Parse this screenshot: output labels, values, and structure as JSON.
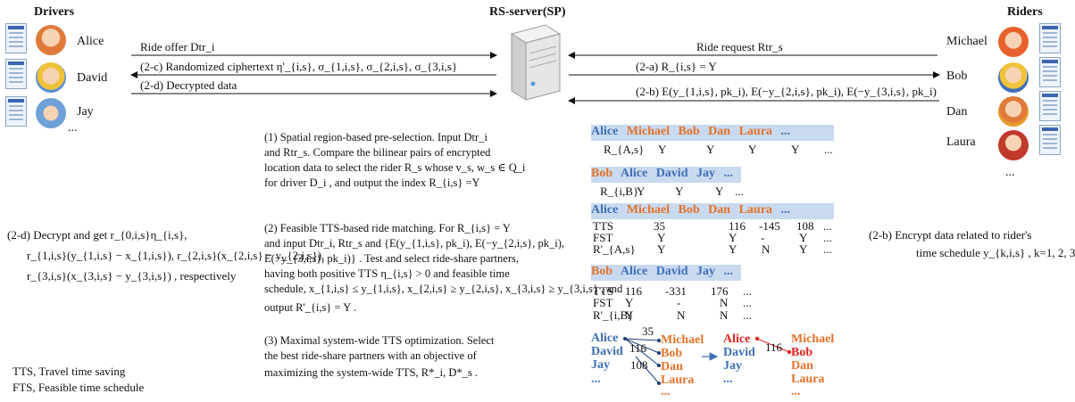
{
  "headers": {
    "drivers": "Drivers",
    "server": "RS-server(SP)",
    "riders": "Riders"
  },
  "drivers": [
    {
      "name": "Alice"
    },
    {
      "name": "David"
    },
    {
      "name": "Jay"
    }
  ],
  "drivers_more": "...",
  "riders": [
    {
      "name": "Michael"
    },
    {
      "name": "Bob"
    },
    {
      "name": "Dan"
    },
    {
      "name": "Laura"
    }
  ],
  "riders_more": "...",
  "arrows": {
    "ride_offer": "Ride offer Dtr_i",
    "randomized": "(2-c) Randomized ciphertext η'_{i,s}, σ_{1,i,s}, σ_{2,i,s}, σ_{3,i,s}",
    "decrypted": "(2-d) Decrypted data",
    "ride_request": "Ride request Rtr_s",
    "step_2a": "(2-a)  R_{i,s} = Y",
    "step_2b": "(2-b)  E(y_{1,i,s}, pk_i), E(−y_{2,i,s}, pk_i), E(−y_{3,i,s}, pk_i)"
  },
  "left_note": {
    "line1": "(2-d) Decrypt and get r_{0,i,s}η_{i,s},",
    "line2": "r_{1,i,s}(y_{1,i,s} − x_{1,i,s}),  r_{2,i,s}(x_{2,i,s} − y_{2,i,s}),",
    "line3": "r_{3,i,s}(x_{3,i,s} − y_{3,i,s}) , respectively"
  },
  "legend": {
    "tts": "TTS, Travel time saving",
    "fts": "FTS, Feasible time schedule"
  },
  "right_note": {
    "line1": "(2-b) Encrypt data related to rider's",
    "line2": "time schedule  y_{k,i,s} , k=1, 2, 3"
  },
  "steps": {
    "s1": [
      "(1) Spatial region-based pre-selection. Input Dtr_i",
      "and Rtr_s. Compare the bilinear pairs  of encrypted",
      "location data to select the rider R_s whose v_s, w_s ∈ Q_i",
      "for driver D_i , and  output the index  R_{i,s} =Y"
    ],
    "s2": [
      "(2) Feasible TTS-based ride matching. For  R_{i,s} = Y",
      "and input  Dtr_i, Rtr_s and {E(y_{1,i,s}, pk_i), E(−y_{2,i,s}, pk_i),",
      "E(−y_{3,i,s}, pk_i)} . Test and select ride-share partners,",
      "having both positive TTS  η_{i,s} > 0  and feasible time",
      "schedule,  x_{1,i,s} ≤ y_{1,i,s}, x_{2,i,s} ≥ y_{2,i,s}, x_{3,i,s} ≥ y_{3,i,s}  , and",
      "output   R'_{i,s} = Y ."
    ],
    "s3": [
      "(3) Maximal system-wide TTS optimization. Select",
      "the best ride-share partners with an objective of",
      "maximizing the  system-wide TTS,  R*_i, D*_s ."
    ]
  },
  "table1": {
    "header": [
      "Alice",
      "Michael",
      "Bob",
      "Dan",
      "Laura",
      "..."
    ],
    "row_label": "R_{A,s}",
    "row_values": [
      "Y",
      "Y",
      "Y",
      "Y",
      "..."
    ]
  },
  "table2": {
    "header": [
      "Bob",
      "Alice",
      "David",
      "Jay",
      "..."
    ],
    "row_label": "R_{i,B}",
    "row_values": [
      "Y",
      "Y",
      "Y",
      "..."
    ]
  },
  "table3": {
    "header": [
      "Alice",
      "Michael",
      "Bob",
      "Dan",
      "Laura",
      "..."
    ],
    "tts_label": "TTS",
    "tts_values": [
      "35",
      "116",
      "-145",
      "108",
      "..."
    ],
    "fts_label": "FST",
    "fts_values": [
      "Y",
      "Y",
      "-",
      "Y",
      "..."
    ],
    "r_label": "R'_{A,s}",
    "r_values": [
      "Y",
      "Y",
      "N",
      "Y",
      "..."
    ]
  },
  "table4": {
    "header": [
      "Bob",
      "Alice",
      "David",
      "Jay",
      "..."
    ],
    "tts_label": "TTS",
    "tts_values": [
      "116",
      "-331",
      "176",
      "..."
    ],
    "fts_label": "FST",
    "fts_values": [
      "Y",
      "-",
      "N",
      "..."
    ],
    "r_label": "R'_{i,B}",
    "r_values": [
      "Y",
      "N",
      "N",
      "..."
    ]
  },
  "matching": {
    "left_drivers": [
      "Alice",
      "David",
      "Jay",
      "..."
    ],
    "left_riders": [
      "Michael",
      "Bob",
      "Dan",
      "Laura",
      "..."
    ],
    "weights": [
      "35",
      "116",
      "108"
    ],
    "right_drivers": [
      "Alice",
      "David",
      "Jay",
      "..."
    ],
    "right_riders": [
      "Michael",
      "Bob",
      "Dan",
      "Laura",
      "..."
    ],
    "right_weight": "116"
  },
  "colors": {
    "driver": "#3f6fb6",
    "rider": "#e3722a",
    "selected": "#e0231f",
    "table_header": "#c9daf0"
  }
}
